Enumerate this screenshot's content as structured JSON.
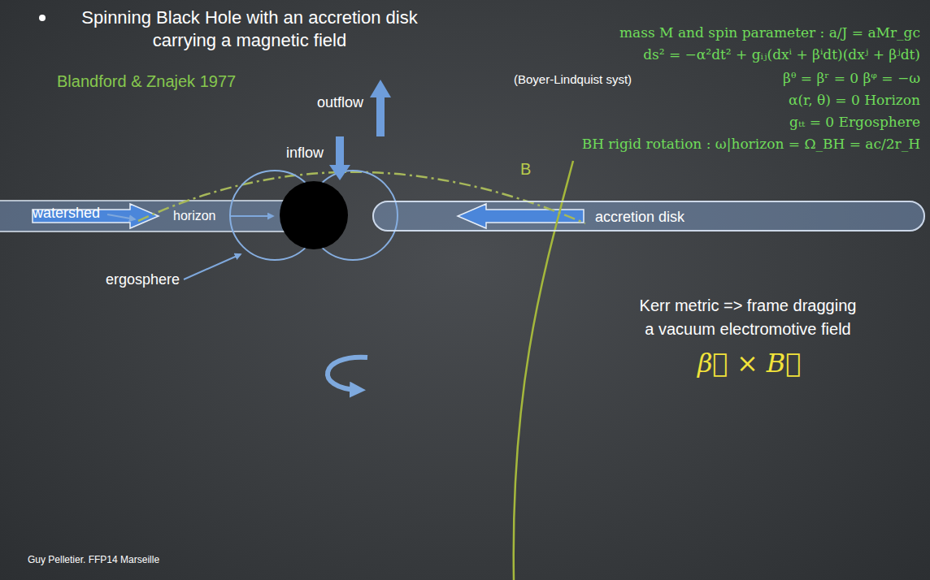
{
  "diagram": {
    "title": "Spinning Black Hole with an accretion disk carrying a magnetic field",
    "nodes": [
      {
        "text": [
          "accretion disk"
        ]
      }
    ],
    "labels": [
      "Blandford & Znajek 1977",
      "mass M and spin parameter : a/J = aMr_gc",
      "ds² = −α²dt² + gᵢⱼ(dxⁱ + βⁱdt)(dxʲ + βʲdt)",
      "(Boyer-Lindquist syst)",
      "βᶿ = βʳ = 0 βᵠ = −ω",
      "α(r, θ) = 0 Horizon",
      "gₜₜ = 0 Ergosphere",
      "BH rigid rotation : ω|horizon = Ω_BH = ac/2r_H",
      "outflow",
      "B",
      "watershed",
      "inflow",
      "horizon",
      "ergosphere",
      "Kerr metric => frame dragging a vacuum electromotive field",
      "β⃗ × B⃗",
      "Guy Pelletier. FFP14 Marseille"
    ]
  }
}
